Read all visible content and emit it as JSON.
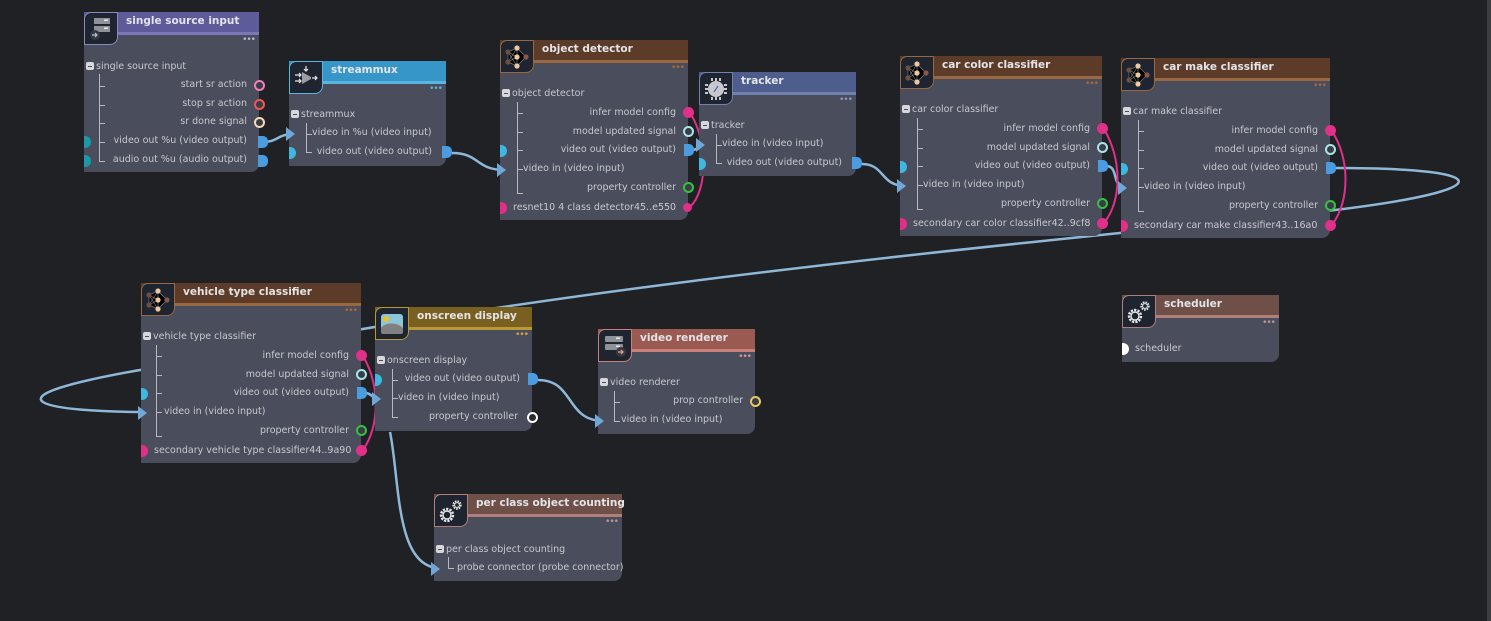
{
  "app": {
    "canvas": "pipeline graph editor"
  },
  "colors": {
    "background": "#202124",
    "node_body": "#4a4d5b",
    "wire": "#8fb8d8",
    "wire_pink": "#e0308a",
    "port_video": "#4a9be0",
    "port_input": "#3fb7e0",
    "port_pink": "#e0308a",
    "port_cyan_ring": "#a8e4ec",
    "port_green_ring": "#38c040"
  },
  "nodes": {
    "single_source_input": {
      "title": "single source input",
      "header_color": "#5e5b9a",
      "group": "single source input",
      "rows": [
        "start sr action",
        "stop sr action",
        "sr done signal",
        "video out %u (video output)",
        "audio out %u (audio output)"
      ]
    },
    "streammux": {
      "title": "streammux",
      "header_color": "#3796c8",
      "group": "streammux",
      "rows": [
        "video in %u (video input)",
        "video out (video output)"
      ]
    },
    "object_detector": {
      "title": "object detector",
      "header_color": "#5c3c28",
      "group": "object detector",
      "rows": [
        "infer model config",
        "model updated signal",
        "video out (video output)",
        "video in (video input)",
        "property controller"
      ],
      "model": "resnet10 4 class detector45..e550"
    },
    "tracker": {
      "title": "tracker",
      "header_color": "#4e5e8c",
      "group": "tracker",
      "rows": [
        "video in (video input)",
        "video out (video output)"
      ]
    },
    "car_color_classifier": {
      "title": "car color classifier",
      "header_color": "#5c3c28",
      "group": "car color classifier",
      "rows": [
        "infer model config",
        "model updated signal",
        "video out (video output)",
        "video in (video input)",
        "property controller"
      ],
      "model": "secondary car color classifier42..9cf8"
    },
    "car_make_classifier": {
      "title": "car make classifier",
      "header_color": "#5c3c28",
      "group": "car make classifier",
      "rows": [
        "infer model config",
        "model updated signal",
        "video out (video output)",
        "video in (video input)",
        "property controller"
      ],
      "model": "secondary car make classifier43..16a0"
    },
    "vehicle_type_classifier": {
      "title": "vehicle type classifier",
      "header_color": "#5c3c28",
      "group": "vehicle type classifier",
      "rows": [
        "infer model config",
        "model updated signal",
        "video out (video output)",
        "video in (video input)",
        "property controller"
      ],
      "model": "secondary vehicle type classifier44..9a90"
    },
    "onscreen_display": {
      "title": "onscreen display",
      "header_color": "#7a6020",
      "group": "onscreen display",
      "rows": [
        "video out (video output)",
        "video in (video input)",
        "property controller"
      ]
    },
    "video_renderer": {
      "title": "video renderer",
      "header_color": "#9a5a52",
      "group": "video renderer",
      "rows": [
        "prop controller",
        "video in (video input)"
      ]
    },
    "scheduler": {
      "title": "scheduler",
      "header_color": "#6e5048",
      "group": "scheduler"
    },
    "per_class_object_counting": {
      "title": "per class object counting",
      "header_color": "#6e5048",
      "group": "per class object counting",
      "rows": [
        "probe connector (probe connector)"
      ]
    }
  },
  "menu_glyph": "•••"
}
